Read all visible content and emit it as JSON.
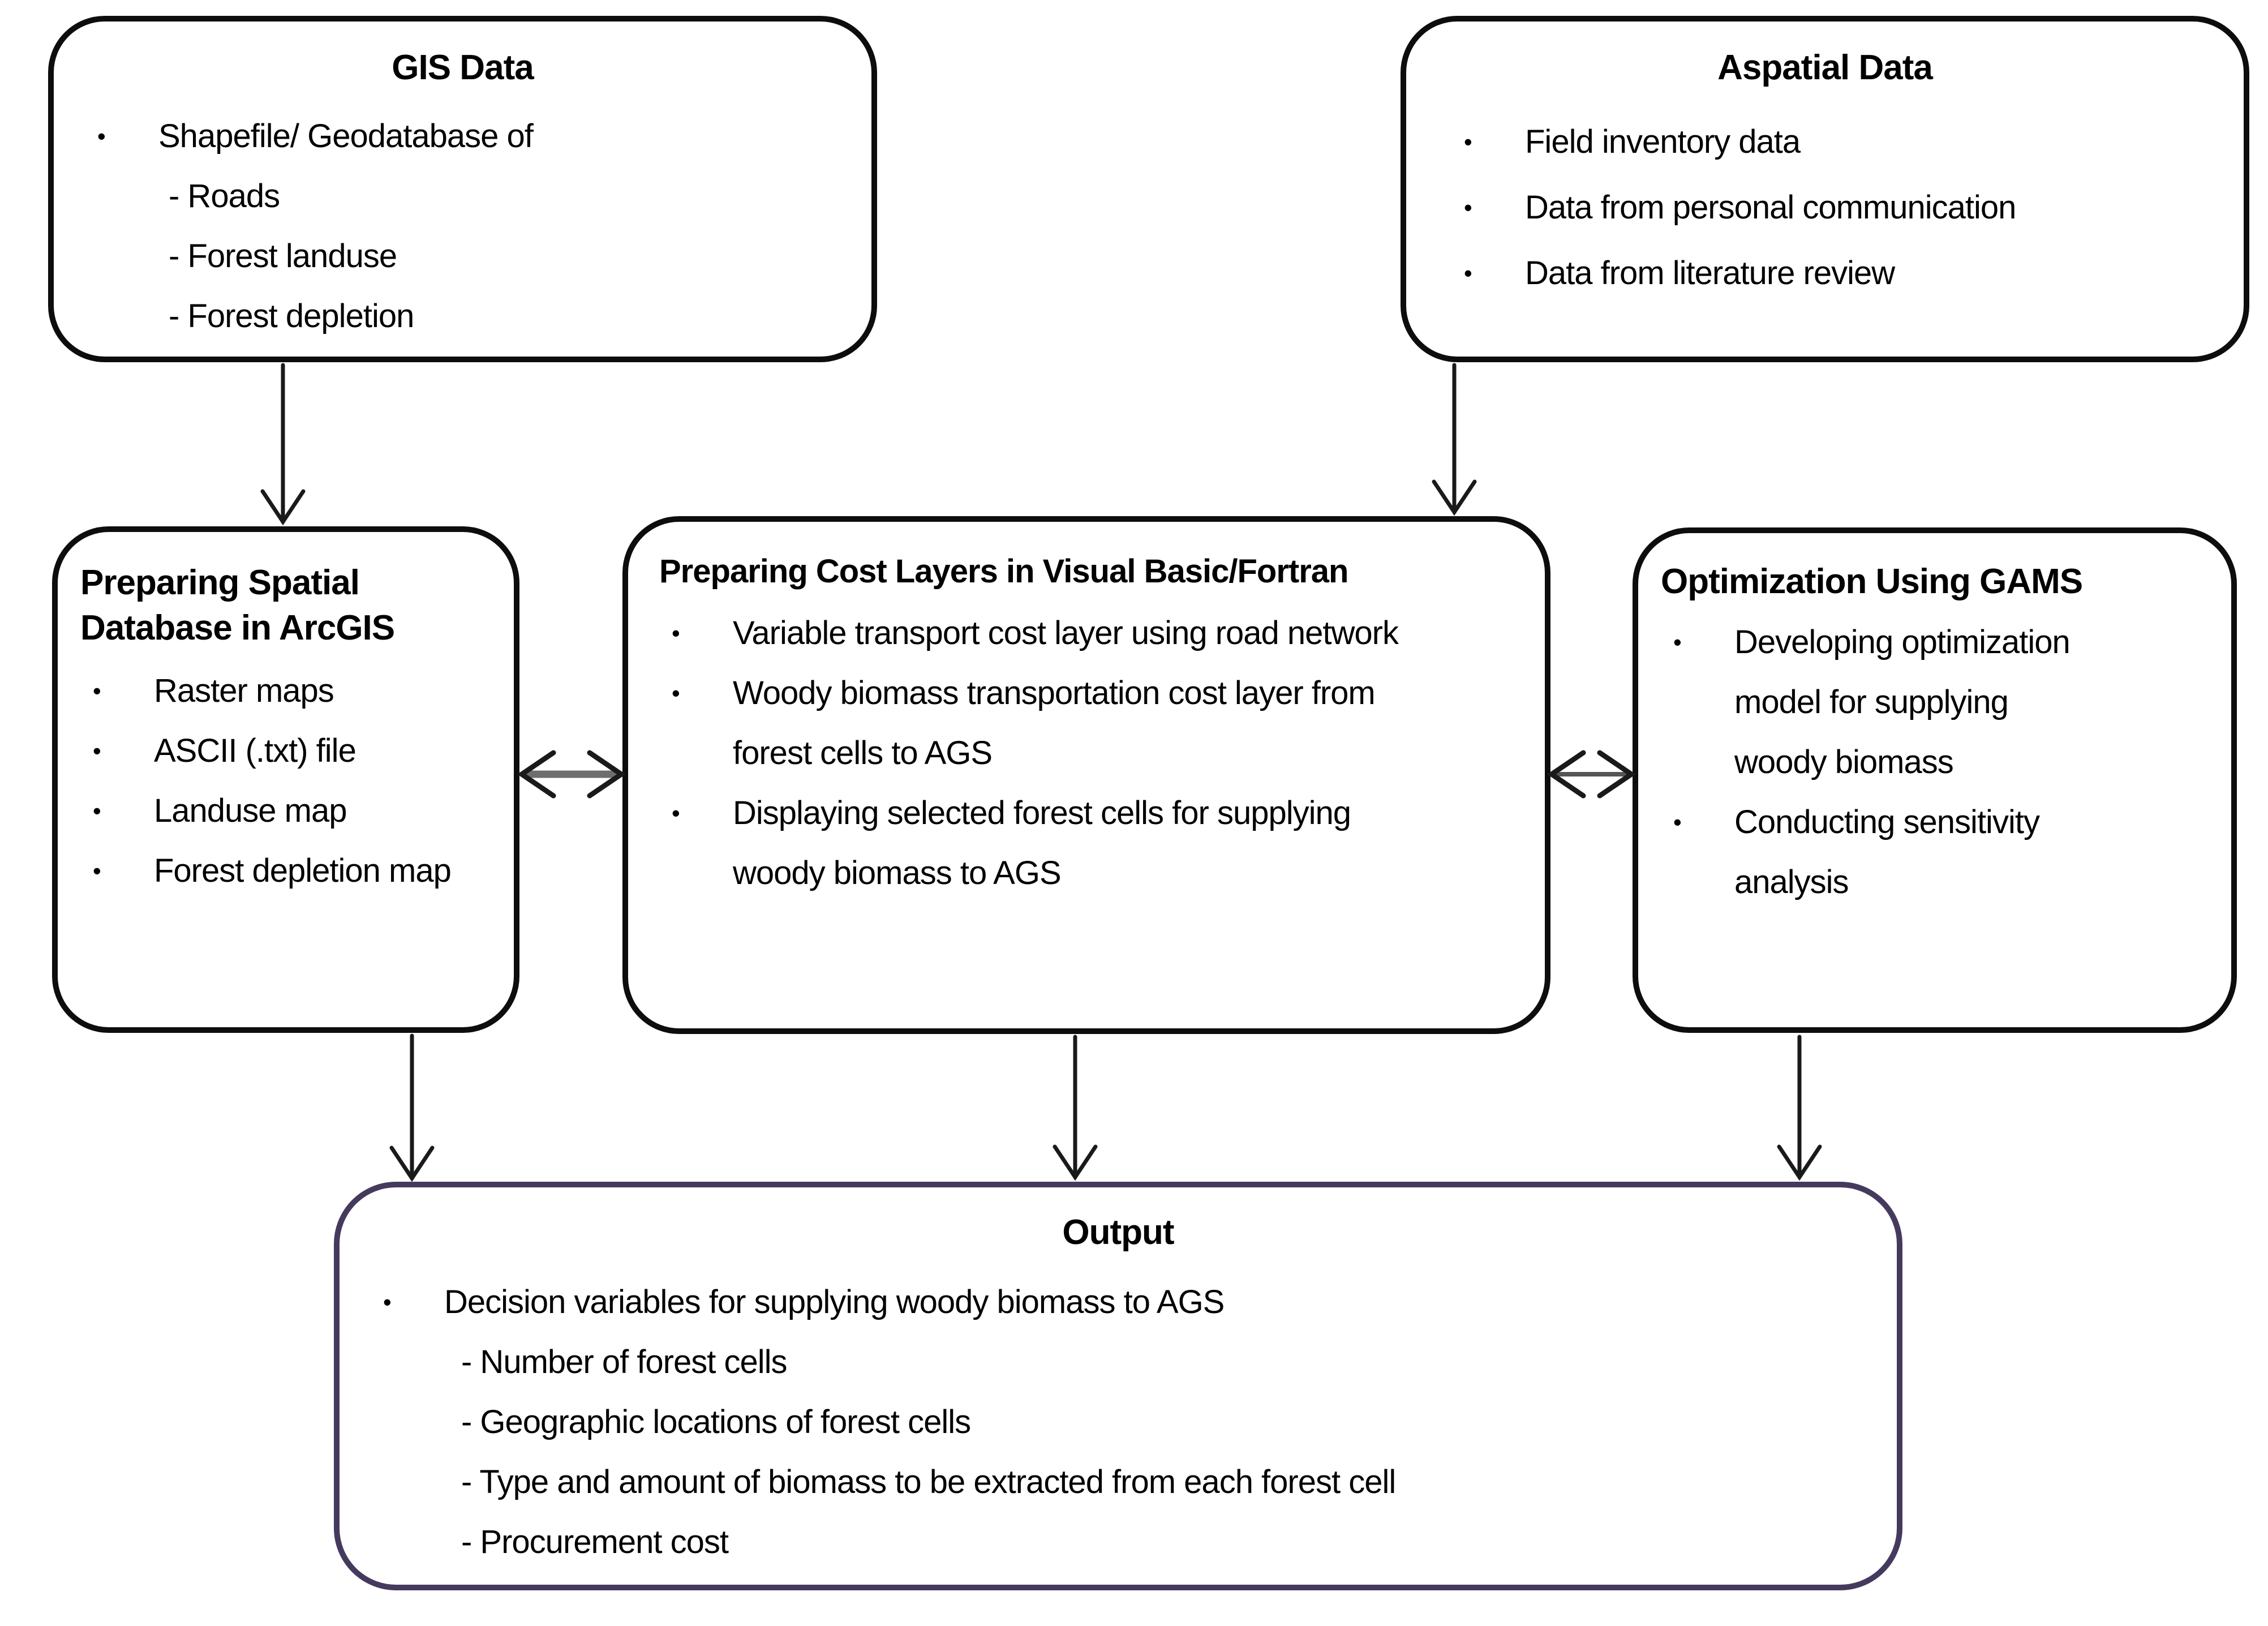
{
  "diagram": {
    "bullet_glyph": "•",
    "colors": {
      "box_border": "#0d0d0d",
      "output_box_border": "#453a5e",
      "text": "#000000",
      "arrow": "#1a1a1a",
      "double_arrow_shaft": "#6e6e6e"
    },
    "boxes": {
      "gis_data": {
        "title": "GIS Data",
        "items": [
          {
            "text": "Shapefile/ Geodatabase of",
            "subitems": [
              "- Roads",
              "- Forest landuse",
              "- Forest depletion"
            ]
          }
        ]
      },
      "aspatial_data": {
        "title": "Aspatial Data",
        "items": [
          {
            "text": "Field inventory data"
          },
          {
            "text": "Data from personal communication"
          },
          {
            "text": "Data from literature review"
          }
        ]
      },
      "spatial_db": {
        "title": "Preparing Spatial Database in ArcGIS",
        "items": [
          {
            "text": "Raster maps"
          },
          {
            "text": "ASCII (.txt) file"
          },
          {
            "text": "Landuse map"
          },
          {
            "text": "Forest depletion map"
          }
        ]
      },
      "cost_layers": {
        "title": "Preparing Cost Layers in Visual Basic/Fortran",
        "items": [
          {
            "text": "Variable transport cost layer using road network"
          },
          {
            "text": "Woody biomass transportation cost layer from forest cells to AGS"
          },
          {
            "text": "Displaying selected forest cells for supplying woody biomass to AGS"
          }
        ]
      },
      "optimization": {
        "title": "Optimization Using GAMS",
        "items": [
          {
            "text": "Developing optimization model for supplying woody biomass"
          },
          {
            "text": "Conducting sensitivity analysis"
          }
        ]
      },
      "output": {
        "title": "Output",
        "items": [
          {
            "text": "Decision variables for supplying woody biomass to AGS",
            "subitems": [
              "- Number of forest cells",
              "- Geographic locations of forest cells",
              "- Type and amount of biomass to be extracted from each forest cell",
              "- Procurement cost"
            ]
          }
        ]
      }
    },
    "connections": [
      {
        "from": "gis_data",
        "to": "spatial_db",
        "type": "arrow"
      },
      {
        "from": "aspatial_data",
        "to": "cost_layers",
        "type": "arrow"
      },
      {
        "from": "spatial_db",
        "to": "cost_layers",
        "type": "double-arrow"
      },
      {
        "from": "cost_layers",
        "to": "optimization",
        "type": "double-arrow"
      },
      {
        "from": "spatial_db",
        "to": "output",
        "type": "arrow"
      },
      {
        "from": "cost_layers",
        "to": "output",
        "type": "arrow"
      },
      {
        "from": "optimization",
        "to": "output",
        "type": "arrow"
      }
    ]
  }
}
